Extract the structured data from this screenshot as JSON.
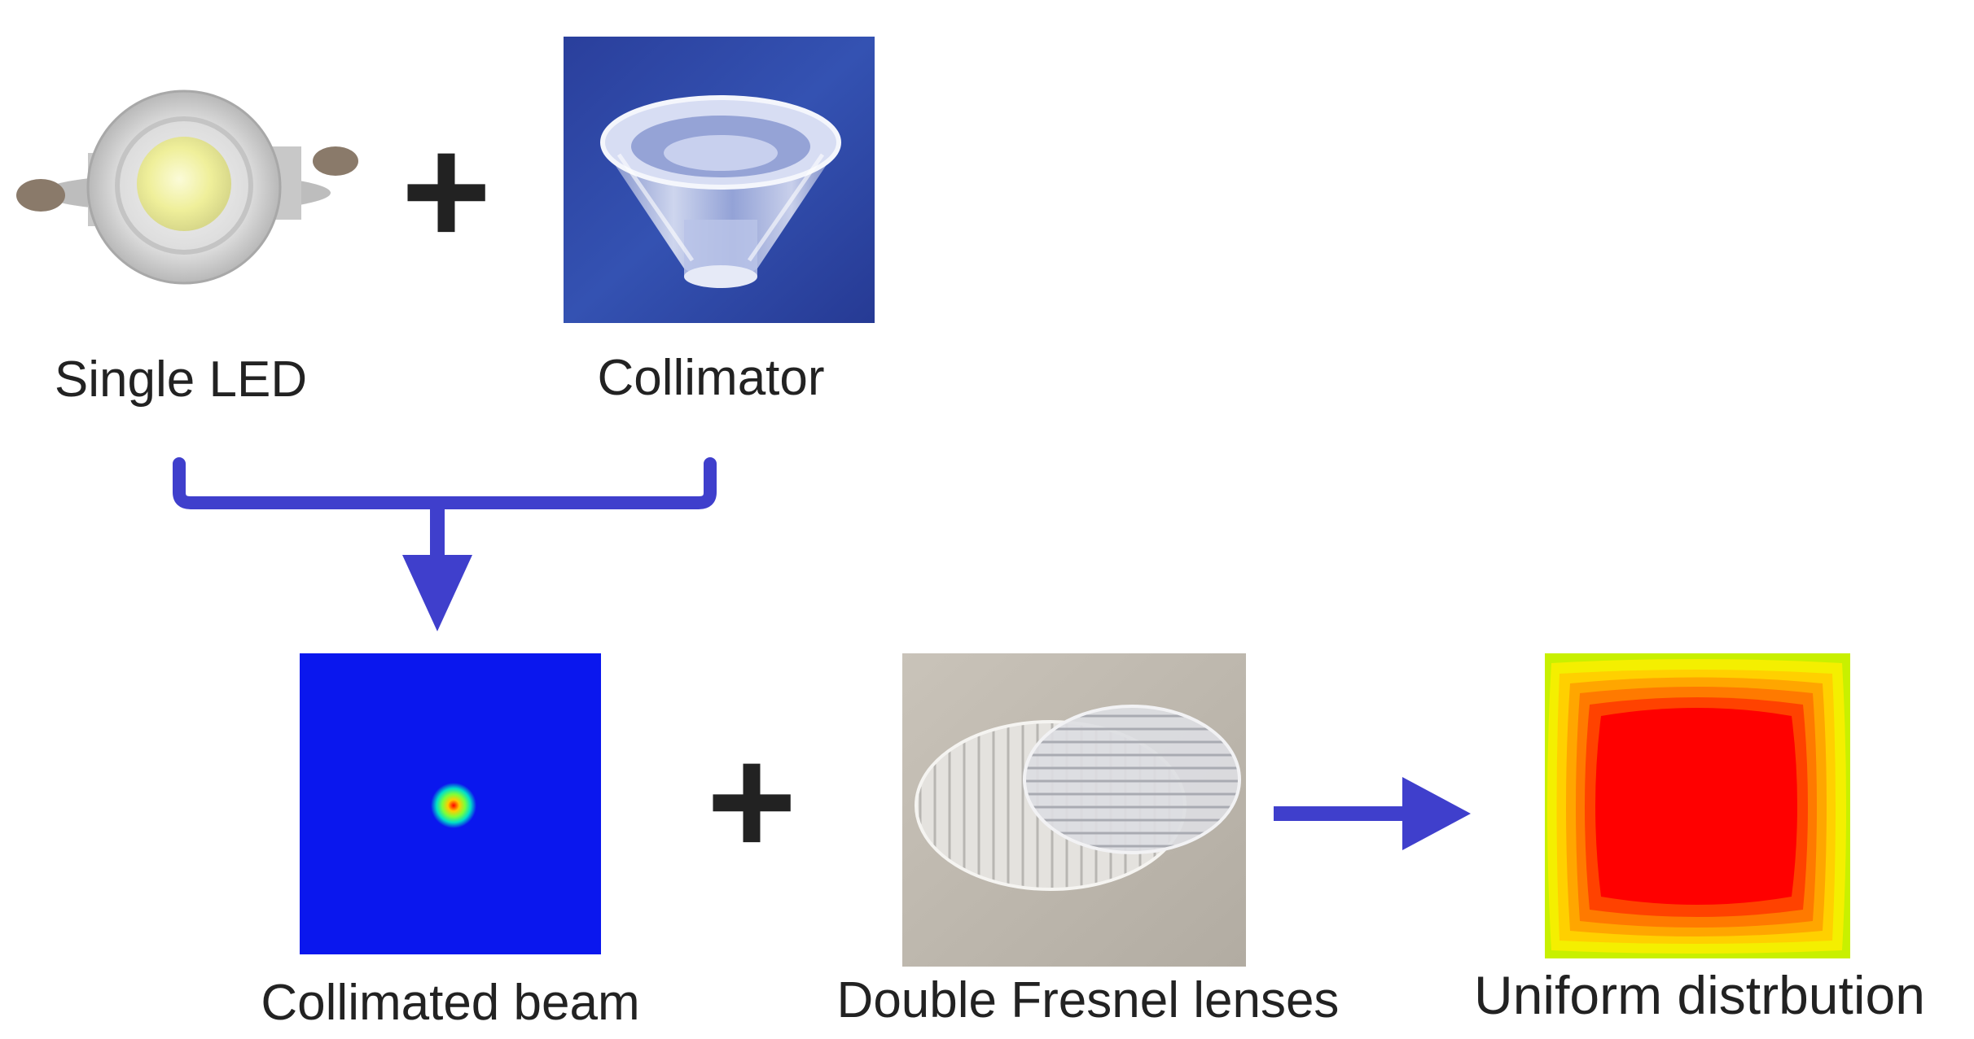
{
  "labels": {
    "single_led": "Single LED",
    "collimator": "Collimator",
    "collimated_beam": "Collimated beam",
    "double_fresnel": "Double Fresnel lenses",
    "uniform": "Uniform distrbution"
  },
  "symbols": {
    "plus": "+"
  },
  "colors": {
    "arrow_blue": "#3f3fcc",
    "beam_background": "#0a17ee",
    "uniform_center": "#ff0000",
    "uniform_edge": "#c8f000",
    "collimator_background": "#2e44a2"
  },
  "icons": [
    "led-photo",
    "collimator-photo",
    "beam-spot-plot",
    "fresnel-lenses-photo",
    "uniform-distribution-plot",
    "bracket-arrow",
    "right-arrow"
  ]
}
